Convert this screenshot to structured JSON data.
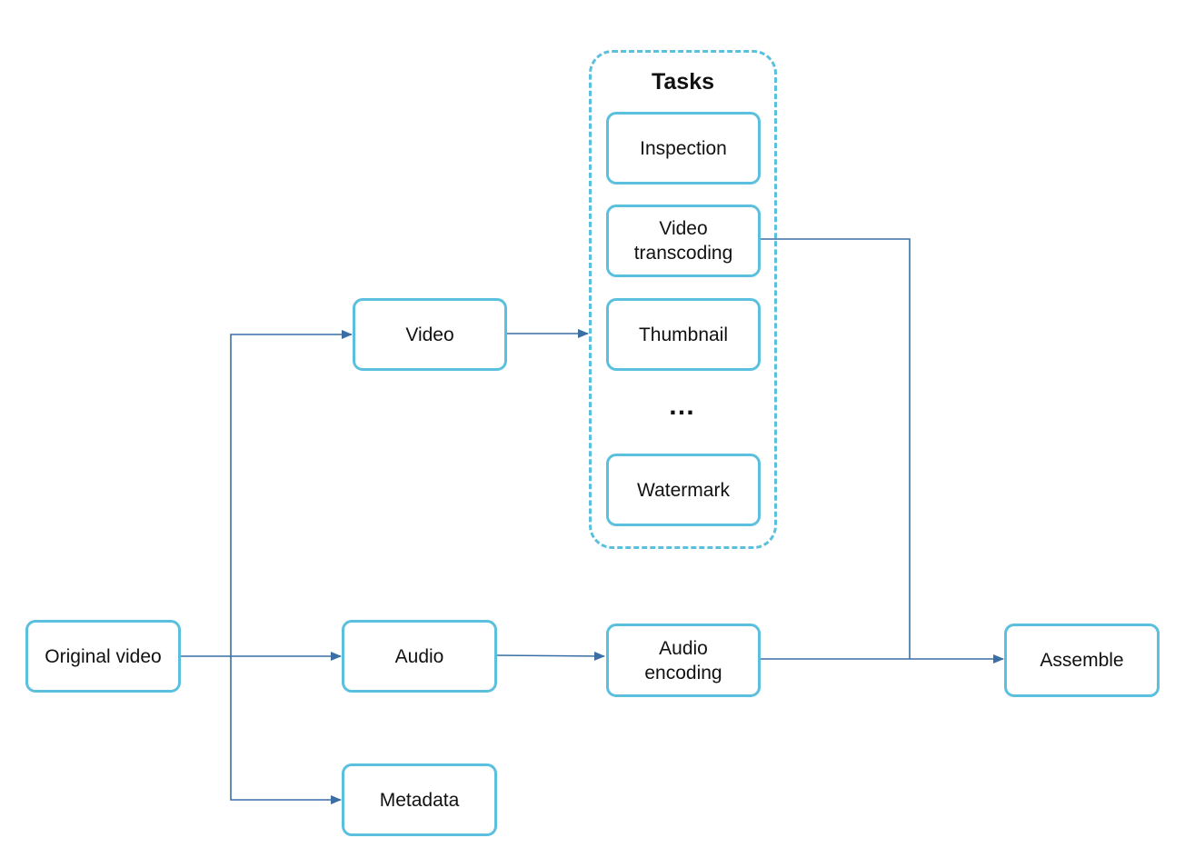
{
  "colors": {
    "box_border": "#5bc0de",
    "connector": "#3a6fa5",
    "text": "#111111"
  },
  "nodes": {
    "original_video": "Original video",
    "video": "Video",
    "audio": "Audio",
    "metadata": "Metadata",
    "audio_encoding": "Audio\nencoding",
    "assemble": "Assemble"
  },
  "tasks": {
    "title": "Tasks",
    "items": {
      "inspection": "Inspection",
      "video_transcoding": "Video\ntranscoding",
      "thumbnail": "Thumbnail",
      "watermark": "Watermark"
    },
    "ellipsis": "…"
  }
}
